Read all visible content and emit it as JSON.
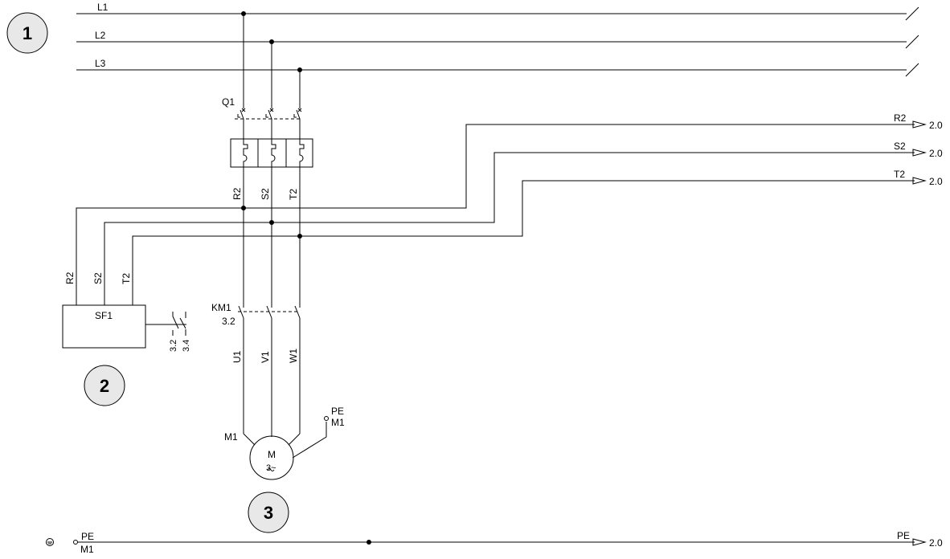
{
  "callouts": [
    "1",
    "2",
    "3"
  ],
  "phases": {
    "l1": "L1",
    "l2": "L2",
    "l3": "L3"
  },
  "breaker": {
    "tag": "Q1"
  },
  "wires": {
    "r2": "R2",
    "s2": "S2",
    "t2": "T2",
    "u1": "U1",
    "v1": "V1",
    "w1": "W1"
  },
  "outgoing": {
    "r2": {
      "label": "R2",
      "ref": "2.0"
    },
    "s2": {
      "label": "S2",
      "ref": "2.0"
    },
    "t2": {
      "label": "T2",
      "ref": "2.0"
    },
    "pe": {
      "label": "PE",
      "ref": "2.0"
    }
  },
  "monitor": {
    "tag": "SF1",
    "contact_a": "3.2",
    "contact_b": "3.4"
  },
  "contactor": {
    "tag": "KM1",
    "ref": "3.2"
  },
  "motor": {
    "tag": "M1",
    "symbol": "M",
    "type": "3~"
  },
  "pe_terminal": {
    "label": "PE",
    "sub": "M1"
  },
  "pe_bus": {
    "label": "PE",
    "sub": "M1"
  }
}
